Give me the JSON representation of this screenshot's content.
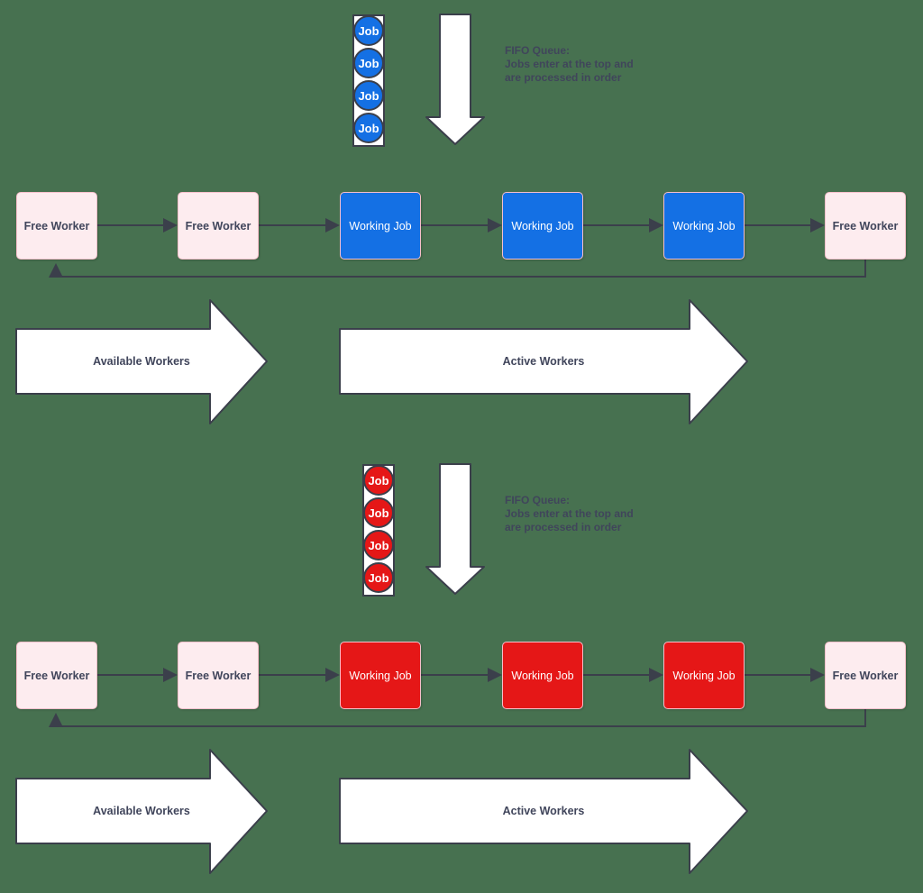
{
  "colors": {
    "background": "#477150",
    "job_blue": "#1470e4",
    "job_red": "#e51717",
    "free_fill": "#fdecef",
    "free_border": "#f7bfcb",
    "dark_stroke": "#3b3f4b",
    "dark_text": "#40455b"
  },
  "sections": [
    {
      "name": "blue-fifo",
      "queue_jobs": [
        "Job",
        "Job",
        "Job",
        "Job"
      ],
      "note_lines": [
        "FIFO Queue:",
        "Jobs enter at the top and",
        "are processed in order"
      ],
      "boxes": [
        {
          "label": "Free Worker",
          "type": "free"
        },
        {
          "label": "Free Worker",
          "type": "free"
        },
        {
          "label": "Working Job",
          "type": "working"
        },
        {
          "label": "Working Job",
          "type": "working"
        },
        {
          "label": "Working Job",
          "type": "working"
        },
        {
          "label": "Free Worker",
          "type": "free"
        }
      ],
      "flow_arrows": [
        {
          "label": "Available Workers"
        },
        {
          "label": "Active Workers"
        }
      ]
    },
    {
      "name": "red-fifo",
      "queue_jobs": [
        "Job",
        "Job",
        "Job",
        "Job"
      ],
      "note_lines": [
        "FIFO Queue:",
        "Jobs enter at the top and",
        "are processed in order"
      ],
      "boxes": [
        {
          "label": "Free Worker",
          "type": "free"
        },
        {
          "label": "Free Worker",
          "type": "free"
        },
        {
          "label": "Working Job",
          "type": "working"
        },
        {
          "label": "Working Job",
          "type": "working"
        },
        {
          "label": "Working Job",
          "type": "working"
        },
        {
          "label": "Free Worker",
          "type": "free"
        }
      ],
      "flow_arrows": [
        {
          "label": "Available Workers"
        },
        {
          "label": "Active Workers"
        }
      ]
    }
  ]
}
